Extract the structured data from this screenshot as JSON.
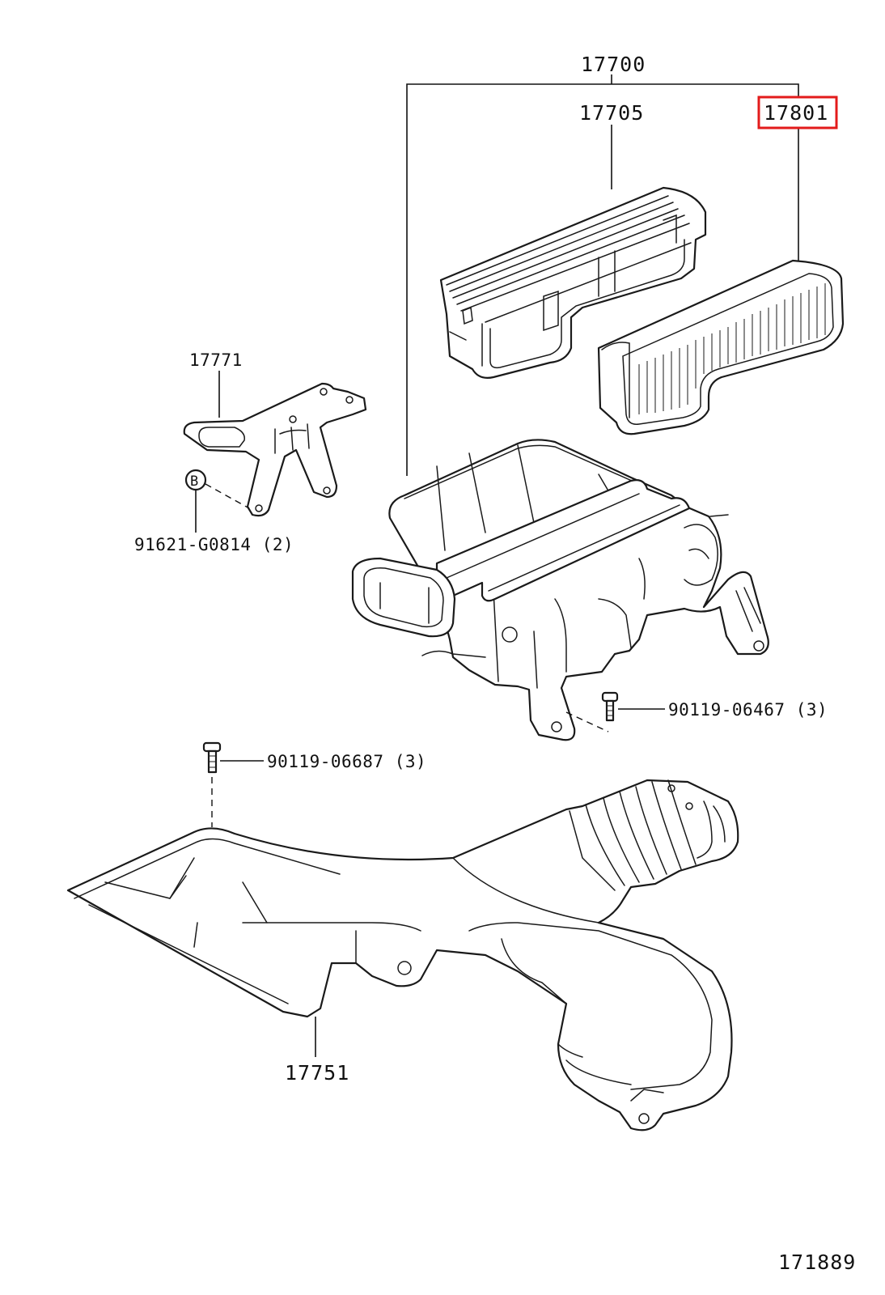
{
  "callouts": {
    "assembly": "17700",
    "cap": "17705",
    "element": "17801",
    "bracket": "17771",
    "bracket_bolt": "91621-G0814 (2)",
    "body_bolt": "90119-06467 (3)",
    "duct_bolt": "90119-06687 (3)",
    "inlet_duct": "17751",
    "diagram_id": "171889"
  },
  "bolt_marker": "B",
  "highlight_color": "#e31b1b",
  "highlighted_callout": "element"
}
